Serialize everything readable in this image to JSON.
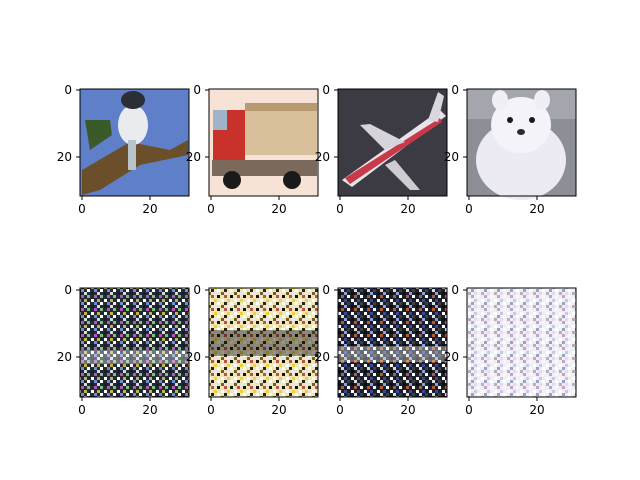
{
  "figure": {
    "panels": [
      {
        "row": 0,
        "col": 0,
        "subject": "bird on branch"
      },
      {
        "row": 0,
        "col": 1,
        "subject": "red dump truck"
      },
      {
        "row": 0,
        "col": 2,
        "subject": "airplane"
      },
      {
        "row": 0,
        "col": 3,
        "subject": "white fluffy dog"
      },
      {
        "row": 1,
        "col": 0,
        "subject": "reconstruction noise pattern"
      },
      {
        "row": 1,
        "col": 1,
        "subject": "reconstruction noise pattern"
      },
      {
        "row": 1,
        "col": 2,
        "subject": "reconstruction noise pattern"
      },
      {
        "row": 1,
        "col": 3,
        "subject": "reconstruction noise pattern"
      }
    ],
    "x_tick_labels": [
      "0",
      "20"
    ],
    "y_tick_labels": [
      "0",
      "20"
    ]
  }
}
